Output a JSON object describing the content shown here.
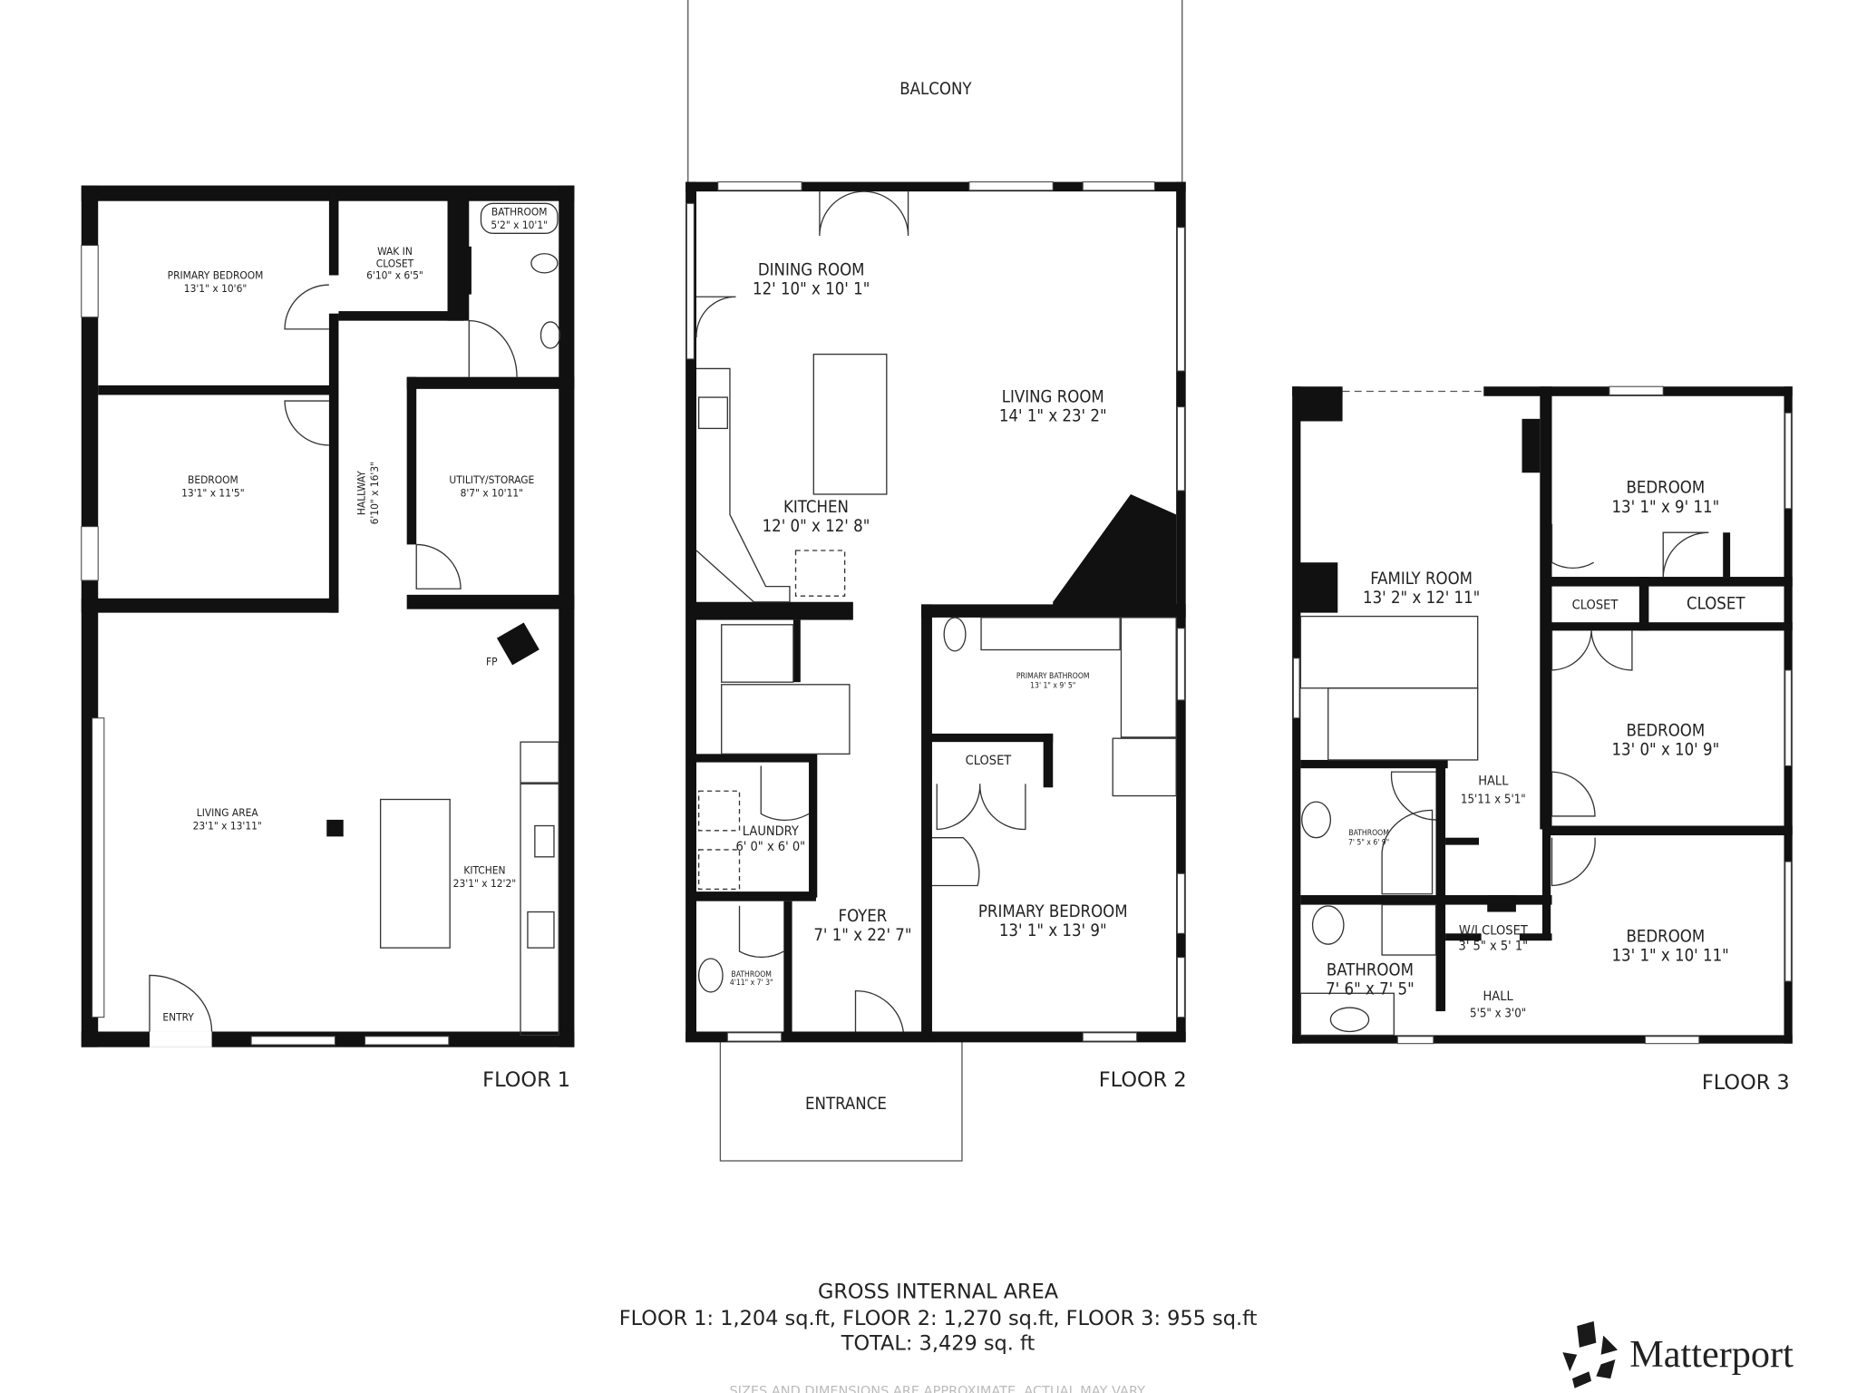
{
  "floors": [
    {
      "label": "FLOOR 1",
      "rooms": [
        {
          "name": "PRIMARY BEDROOM",
          "dims": "13'1\" x 10'6\""
        },
        {
          "name": "WAK IN",
          "name2": "CLOSET",
          "dims": "6'10\" x 6'5\""
        },
        {
          "name": "BATHROOM",
          "dims": "5'2\" x 10'1\""
        },
        {
          "name": "BEDROOM",
          "dims": "13'1\" x 11'5\""
        },
        {
          "name": "HALLWAY",
          "dims": "6'10\" x 16'3\""
        },
        {
          "name": "UTILITY/STORAGE",
          "dims": "8'7\" x 10'11\""
        },
        {
          "name": "LIVING AREA",
          "dims": "23'1\" x 13'11\""
        },
        {
          "name": "KITCHEN",
          "dims": "23'1\" x 12'2\""
        },
        {
          "name": "FP"
        },
        {
          "name": "ENTRY"
        }
      ]
    },
    {
      "label": "FLOOR 2",
      "rooms": [
        {
          "name": "DINING ROOM",
          "dims": "12' 10\" x 10' 1\""
        },
        {
          "name": "LIVING ROOM",
          "dims": "14' 1\" x 23' 2\""
        },
        {
          "name": "KITCHEN",
          "dims": "12' 0\" x 12' 8\""
        },
        {
          "name": "PRIMARY BATHROOM",
          "dims": "13' 1\" x 9' 5\""
        },
        {
          "name": "CLOSET"
        },
        {
          "name": "LAUNDRY",
          "dims": "6' 0\" x 6' 0\""
        },
        {
          "name": "FOYER",
          "dims": "7' 1\" x 22' 7\""
        },
        {
          "name": "PRIMARY BEDROOM",
          "dims": "13' 1\" x 13' 9\""
        },
        {
          "name": "BATHROOM",
          "dims": "4'11\" x 7' 3\""
        },
        {
          "name": "BALCONY"
        },
        {
          "name": "ENTRANCE"
        }
      ]
    },
    {
      "label": "FLOOR 3",
      "rooms": [
        {
          "name": "FAMILY ROOM",
          "dims": "13' 2\" x 12' 11\""
        },
        {
          "name": "BEDROOM",
          "dims": "13' 1\" x 9' 11\""
        },
        {
          "name": "CLOSET"
        },
        {
          "name": "CLOSET"
        },
        {
          "name": "BEDROOM",
          "dims": "13' 0\" x 10' 9\""
        },
        {
          "name": "HALL",
          "dims": "15'11 x 5'1\""
        },
        {
          "name": "BATHROOM",
          "dims": "7' 5\" x 6' 9\""
        },
        {
          "name": "W/I CLOSET",
          "dims": "3' 5\" x 5' 1\""
        },
        {
          "name": "BATHROOM",
          "dims": "7' 6\" x 7' 5\""
        },
        {
          "name": "HALL",
          "dims": "5'5\" x 3'0\""
        },
        {
          "name": "BEDROOM",
          "dims": "13' 1\" x 10' 11\""
        }
      ]
    }
  ],
  "footer": {
    "title": "GROSS INTERNAL AREA",
    "floors_line": "FLOOR 1: 1,204 sq.ft, FLOOR 2: 1,270 sq.ft, FLOOR 3: 955 sq.ft",
    "total": "TOTAL: 3,429 sq. ft",
    "disclaimer": "SIZES AND DIMENSIONS ARE APPROXIMATE, ACTUAL MAY VARY."
  },
  "logo": {
    "text": "Matterport",
    "icon": "matterport-logo-icon"
  },
  "colors": {
    "wall": "#111111",
    "text": "#222222",
    "disclaimer": "#bbbbbb"
  }
}
